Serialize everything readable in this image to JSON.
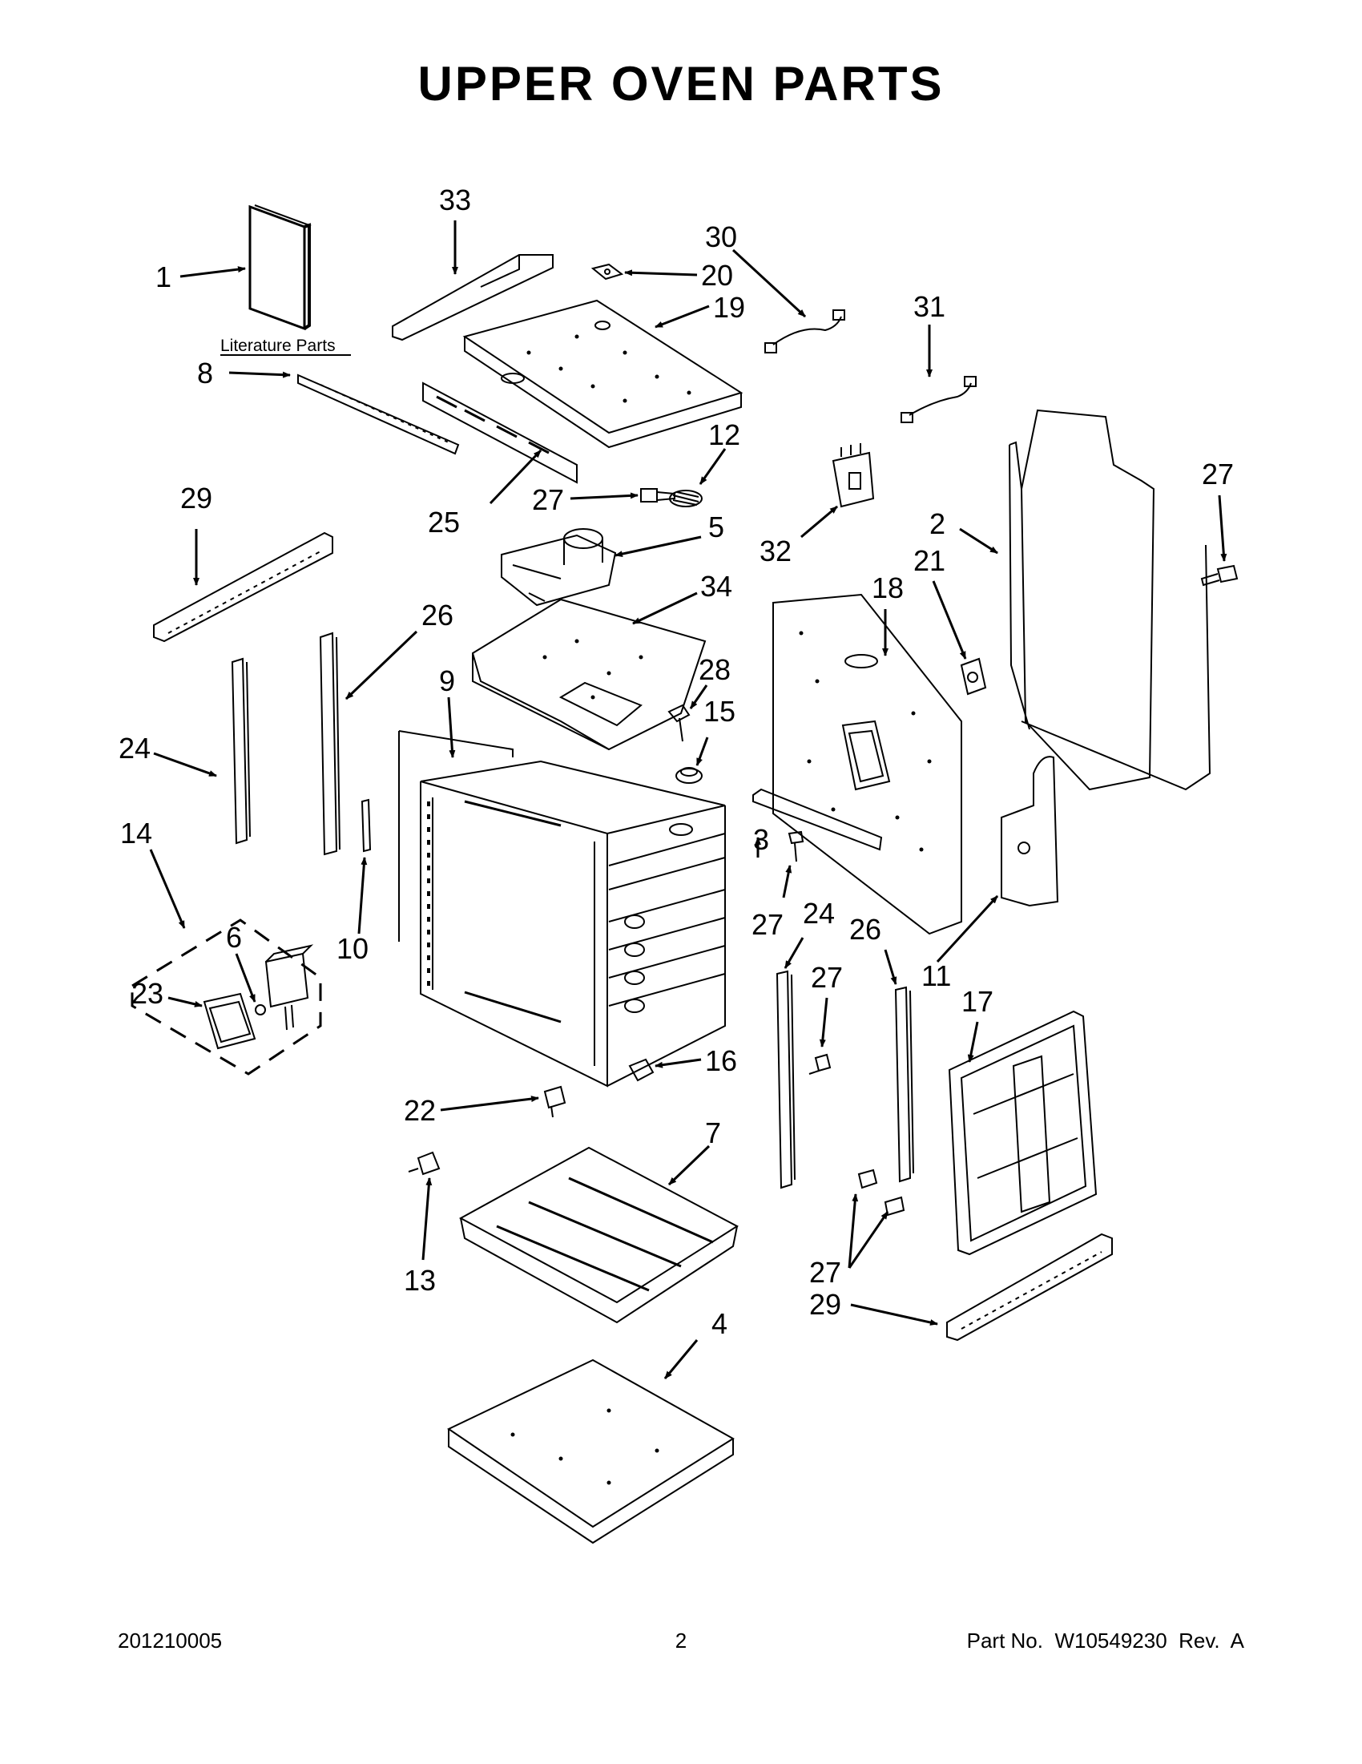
{
  "title": "UPPER OVEN PARTS",
  "literature_label": "Literature Parts",
  "callouts": {
    "c1": "1",
    "c2": "2",
    "c3": "3",
    "c4": "4",
    "c5": "5",
    "c6": "6",
    "c7": "7",
    "c8": "8",
    "c9": "9",
    "c10": "10",
    "c11": "11",
    "c12": "12",
    "c13": "13",
    "c14": "14",
    "c15": "15",
    "c16": "16",
    "c17": "17",
    "c18": "18",
    "c19": "19",
    "c20": "20",
    "c21": "21",
    "c22": "22",
    "c23": "23",
    "c24": "24",
    "c25": "25",
    "c26": "26",
    "c27": "27",
    "c28": "28",
    "c29": "29",
    "c30": "30",
    "c31": "31",
    "c32": "32",
    "c33": "33",
    "c34": "34"
  },
  "footer": {
    "left": "201210005",
    "center": "2",
    "right": "Part No.  W10549230  Rev.  A"
  }
}
